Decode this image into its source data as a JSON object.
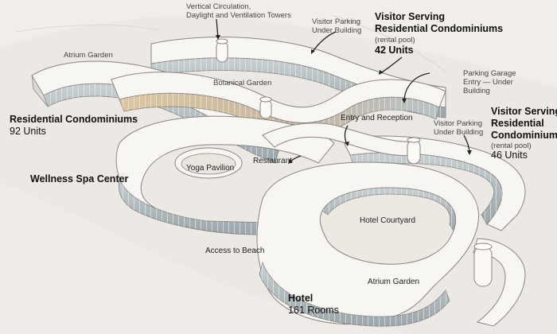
{
  "labels": {
    "vertical_circulation": "Vertical Circulation,\nDaylight and Ventilation Towers",
    "visitor_parking_1": "Visitor Parking\nUnder Building",
    "visitor_serving_1_title": "Visitor Serving\nResidential Condominiums",
    "visitor_serving_1_sub": "(rental pool)",
    "visitor_serving_1_units": "42 Units",
    "atrium_garden_top": "Atrium Garden",
    "botanical_garden": "Botanical Garden",
    "parking_garage_entry": "Parking Garage\nEntry — Under\nBuilding",
    "residential_condos_title": "Residential Condominiums",
    "residential_condos_units": "92 Units",
    "entry_reception": "Entry and Reception",
    "visitor_parking_2": "Visitor Parking\nUnder Building",
    "visitor_serving_2_title": "Visitor Serving\nResidential\nCondominiums",
    "visitor_serving_2_sub": "(rental pool)",
    "visitor_serving_2_units": "46 Units",
    "yoga_pavilion": "Yoga Pavilion",
    "restaurant": "Restaurant",
    "wellness_spa": "Wellness Spa Center",
    "hotel_courtyard": "Hotel Courtyard",
    "access_to_beach": "Access to Beach",
    "atrium_garden_bottom": "Atrium Garden",
    "hotel_title": "Hotel",
    "hotel_rooms": "161 Rooms"
  },
  "colors": {
    "background": "#f1eeea",
    "roof": "#f7f5f1",
    "glass": "#b9c3c6",
    "glass_warm": "#d9c49b",
    "outline": "#8a8580"
  }
}
